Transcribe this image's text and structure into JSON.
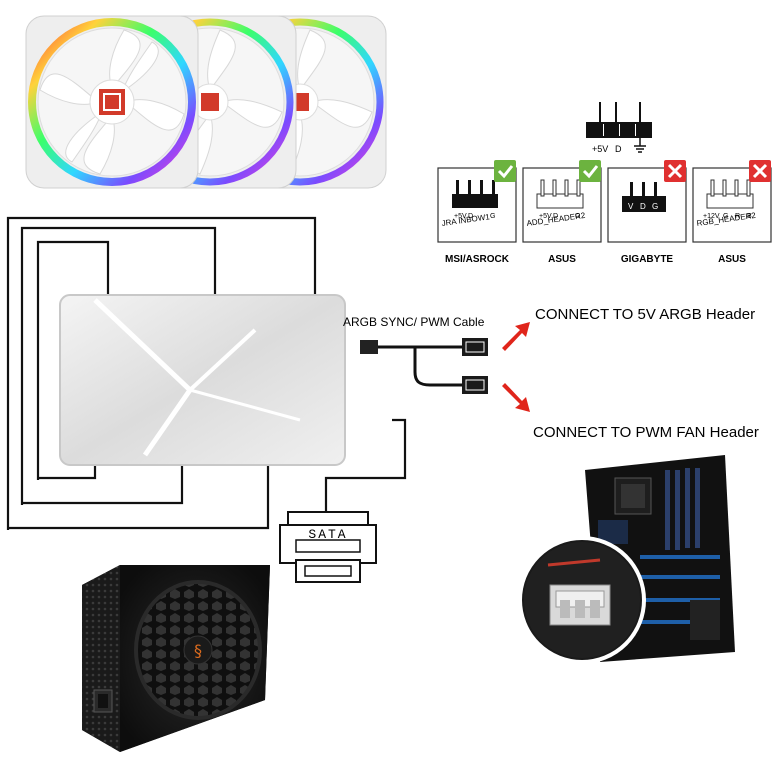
{
  "fans": {
    "count": 3,
    "colors": [
      "#ff3b3b",
      "#ffd23b",
      "#3bff6a",
      "#2fd7ff",
      "#7a4bff",
      "#ff3bd1"
    ]
  },
  "pinout": {
    "pins": [
      "+5V",
      "D",
      "",
      "⏚"
    ]
  },
  "headers": [
    {
      "brand": "MSI/ASROCK",
      "silk": "JRA INBOW1",
      "pins": [
        "+5V",
        "D",
        "",
        "G"
      ],
      "status": "compatible",
      "pin_style": "black"
    },
    {
      "brand": "ASUS",
      "silk": "ADD_HEADER2",
      "pins": [
        "+5V",
        "D",
        "",
        "G"
      ],
      "status": "compatible",
      "pin_style": "white"
    },
    {
      "brand": "GIGABYTE",
      "silk": "",
      "pins": [
        "V",
        "D",
        "G"
      ],
      "status": "incompatible",
      "pin_style": "black"
    },
    {
      "brand": "ASUS",
      "silk": "RGB_HEADER2",
      "pins": [
        "+12V",
        "G",
        "R",
        "B"
      ],
      "status": "incompatible",
      "pin_style": "white"
    }
  ],
  "cable": {
    "label": "ARGB SYNC/ PWM Cable"
  },
  "connections": [
    {
      "label": "CONNECT TO 5V ARGB Header"
    },
    {
      "label": "CONNECT TO PWM FAN Header"
    }
  ],
  "sata": {
    "label": "SATA"
  },
  "psu": {
    "brand_mark": "§"
  },
  "colors": {
    "check": "#6cb33f",
    "cross": "#e03030",
    "arrow": "#e0251b",
    "line": "#111111"
  }
}
